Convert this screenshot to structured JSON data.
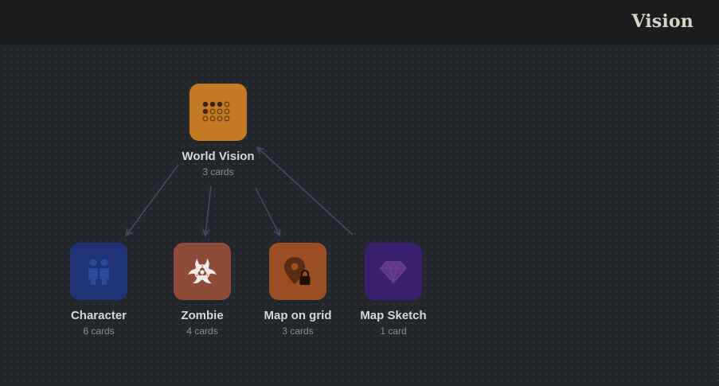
{
  "header": {
    "title": "Vision"
  },
  "colors": {
    "world": "#c47a22",
    "character": "#1f3275",
    "zombie": "#8e4b38",
    "map_grid": "#9a4e24",
    "map_sketch": "#3c2070",
    "link": "#3f4c63"
  },
  "nodes": {
    "world_vision": {
      "title": "World Vision",
      "count": "3 cards",
      "icon": "dots-grid-icon"
    },
    "character": {
      "title": "Character",
      "count": "6 cards",
      "icon": "people-icon"
    },
    "zombie": {
      "title": "Zombie",
      "count": "4 cards",
      "icon": "biohazard-icon"
    },
    "map_grid": {
      "title": "Map on grid",
      "count": "3 cards",
      "icon": "map-pin-lock-icon"
    },
    "map_sketch": {
      "title": "Map Sketch",
      "count": "1 card",
      "icon": "diamond-icon"
    }
  }
}
